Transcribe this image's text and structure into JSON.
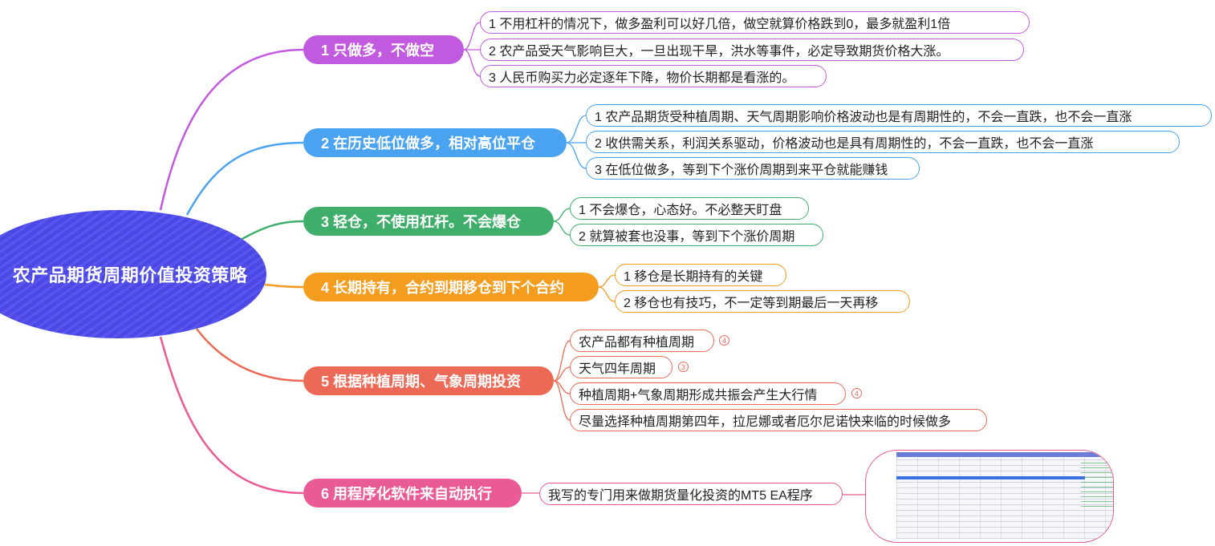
{
  "root": {
    "label": "农产品期货周期价值投资策略"
  },
  "branches": [
    {
      "label": "1 只做多，不做空",
      "color": "#c25ae0",
      "children": [
        {
          "text": "1 不用杠杆的情况下，做多盈利可以好几倍，做空就算价格跌到0，最多就盈利1倍"
        },
        {
          "text": "2 农产品受天气影响巨大，一旦出现干旱，洪水等事件，必定导致期货价格大涨。"
        },
        {
          "text": "3 人民币购买力必定逐年下降，物价长期都是看涨的。"
        }
      ]
    },
    {
      "label": "2 在历史低位做多，相对高位平仓",
      "color": "#4aa3f0",
      "children": [
        {
          "text": "1 农产品期货受种植周期、天气周期影响价格波动也是有周期性的，不会一直跌，也不会一直涨"
        },
        {
          "text": "2 收供需关系，利润关系驱动，价格波动也是具有周期性的，不会一直跌，也不会一直涨"
        },
        {
          "text": "3 在低位做多，等到下个涨价周期到来平仓就能赚钱"
        }
      ]
    },
    {
      "label": "3 轻仓，不使用杠杆。不会爆仓",
      "color": "#3fae6a",
      "children": [
        {
          "text": "1 不会爆仓，心态好。不必整天盯盘"
        },
        {
          "text": "2 就算被套也没事，等到下个涨价周期"
        }
      ]
    },
    {
      "label": "4 长期持有，合约到期移仓到下个合约",
      "color": "#f39c1e",
      "children": [
        {
          "text": "1 移仓是长期持有的关键"
        },
        {
          "text": "2 移仓也有技巧，不一定等到期最后一天再移"
        }
      ]
    },
    {
      "label": "5 根据种植周期、气象周期投资",
      "color": "#ec6a55",
      "children": [
        {
          "text": "农产品都有种植周期",
          "badge": "4"
        },
        {
          "text": "天气四年周期",
          "badge": "3"
        },
        {
          "text": "种植周期+气象周期形成共振会产生大行情",
          "badge": "4"
        },
        {
          "text": "尽量选择种植周期第四年，拉尼娜或者厄尔尼诺快来临的时候做多"
        }
      ]
    },
    {
      "label": "6 用程序化软件来自动执行",
      "color": "#ea5a94",
      "children": [
        {
          "text": "我写的专门用来做期货量化投资的MT5 EA程序"
        }
      ]
    }
  ]
}
